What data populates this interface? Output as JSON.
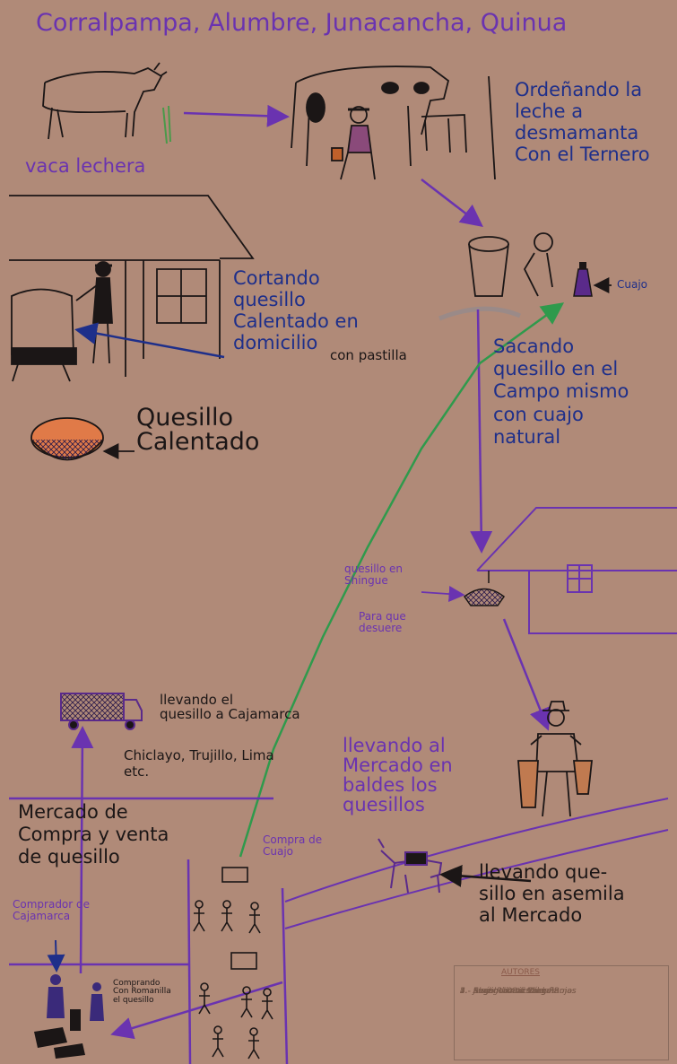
{
  "title": "Corralpampa, Alumbre, Junacancha, Quinua",
  "labels": {
    "dairy_cow": "vaca lechera",
    "milking": "Ordeñando la\nleche a\ndesmamanta\nCon el Ternero",
    "rennet": "Cuajo",
    "cutting": "Cortando\nquesillo\nCalentado en\ndomicilio",
    "with_pill": "con pastilla",
    "heated_cheese": "Quesillo\nCalentado",
    "field_cheese": "Sacando\nquesillo en el\nCampo mismo\ncon cuajo\nnatural",
    "shingue": "quesillo en\nShingue",
    "drain": "Para que\ndesuere",
    "truck": "llevando el\nquesillo a Cajamarca",
    "cities": "Chiclayo, Trujillo, Lima\netc.",
    "to_market_buckets": "llevando al\nMercado en\nbaldes los\nquesillos",
    "market": "Mercado de\nCompra y venta\nde quesillo",
    "buy_rennet": "Compra de\nCuajo",
    "donkey": "llevando que-\nsillo en asemila\nal Mercado",
    "buyer": "Comprador de\nCajamarca",
    "buying": "Comprando\nCon Romanilla\nel quesillo"
  },
  "authors": {
    "heading": "AUTORES",
    "names": [
      "1.- Angel Lozato Díaz",
      "2.- Aladino Ortiz Vargas",
      "3.- Jesús Ramos Saldaña",
      "4.- Segundo Cacuango Rojas",
      "5.- Evangelina Esther Ramos"
    ]
  },
  "colors": {
    "paper": "#b08a78",
    "purple_ink": "#6a33b0",
    "blue_ink": "#1e2f8a",
    "black_ink": "#1b1616",
    "green_ink": "#2f9a4c"
  }
}
